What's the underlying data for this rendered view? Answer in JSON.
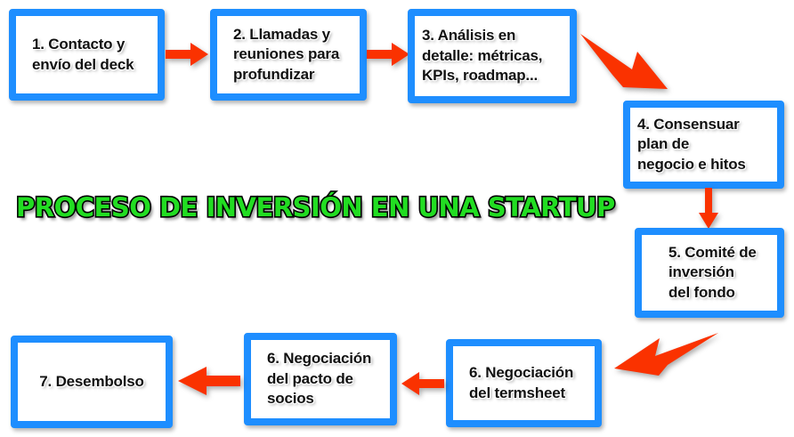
{
  "diagram": {
    "title": "PROCESO DE INVERSIÓN EN UNA STARTUP",
    "colors": {
      "box_border": "#1e8eff",
      "box_fill": "#ffffff",
      "arrow": "#fa3200",
      "title_fill": "#22dd22",
      "title_stroke": "#000000",
      "background": "#ffffff"
    },
    "steps": [
      {
        "id": 1,
        "label": "1. Contacto y\nenvío del deck"
      },
      {
        "id": 2,
        "label": "2. Llamadas y\nreuniones para\nprofundizar"
      },
      {
        "id": 3,
        "label": "3. Análisis en\ndetalle: métricas,\nKPIs, roadmap..."
      },
      {
        "id": 4,
        "label": "4. Consensuar\nplan de\nnegocio e hitos"
      },
      {
        "id": 5,
        "label": "5. Comité de\ninversión\ndel fondo"
      },
      {
        "id": 6,
        "label": "6. Negociación\ndel termsheet"
      },
      {
        "id": 7,
        "label": "6. Negociación\ndel pacto de\nsocios"
      },
      {
        "id": 8,
        "label": "7. Desembolso"
      }
    ],
    "connectors": [
      {
        "name": "arrow-step1-to-step2",
        "kind": "straight-right"
      },
      {
        "name": "arrow-step2-to-step3",
        "kind": "straight-right"
      },
      {
        "name": "arrow-step3-to-step4",
        "kind": "diagonal-down-right"
      },
      {
        "name": "arrow-step4-to-step5",
        "kind": "straight-down"
      },
      {
        "name": "arrow-step5-to-step6",
        "kind": "diagonal-down-left"
      },
      {
        "name": "arrow-step6-to-step7",
        "kind": "straight-left"
      },
      {
        "name": "arrow-step7-to-step8",
        "kind": "straight-left"
      }
    ]
  }
}
